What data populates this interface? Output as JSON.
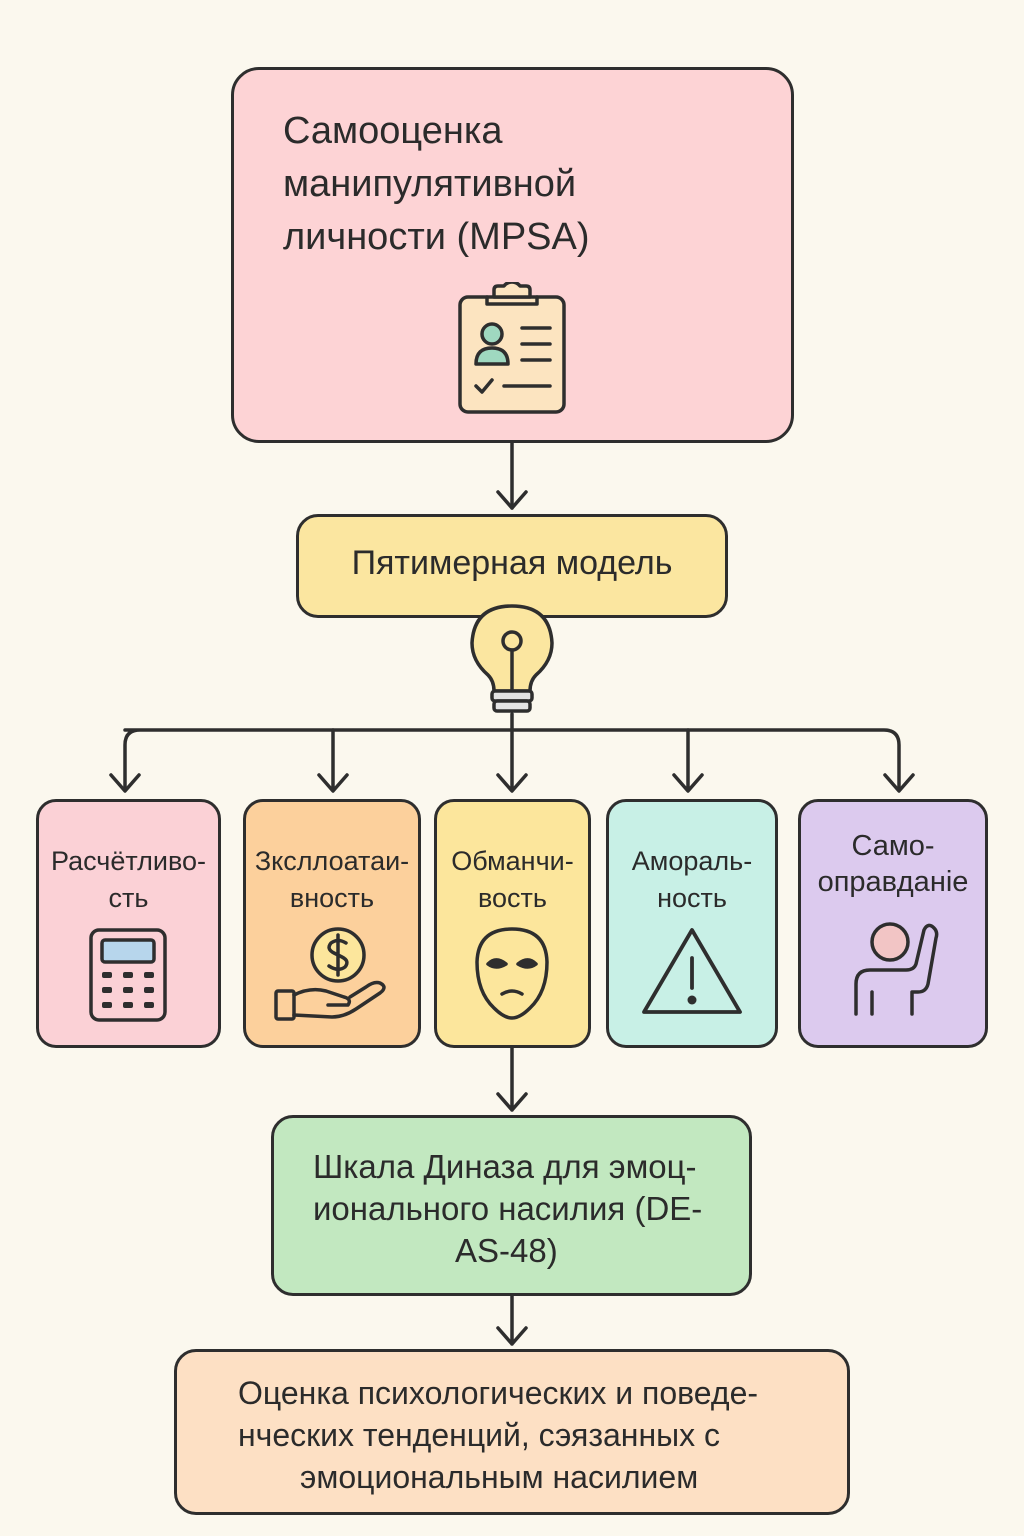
{
  "top_box": {
    "lines": [
      "Самооценка",
      "манипулятивной",
      "личности (MPSA)"
    ],
    "icon": "clipboard-user-icon"
  },
  "model_box": {
    "label": "Пятимерная модель",
    "icon": "lightbulb-icon"
  },
  "dimensions": [
    {
      "lines": [
        "Расчётливо-",
        "сть"
      ],
      "icon": "calculator-icon",
      "color": "#fbd1d6"
    },
    {
      "lines": [
        "Зксллоатаи-",
        "вность"
      ],
      "icon": "coin-hand-icon",
      "color": "#fcd09c"
    },
    {
      "lines": [
        "Обманчи-",
        "вость"
      ],
      "icon": "mask-icon",
      "color": "#fce69c"
    },
    {
      "lines": [
        "Амораль-",
        "ность"
      ],
      "icon": "warning-icon",
      "color": "#c8f0e6"
    },
    {
      "lines": [
        "Само-",
        "оправданiе"
      ],
      "icon": "person-raising-hand-icon",
      "color": "#dccaee"
    }
  ],
  "scale_box": {
    "lines": [
      "Шкала Диназа для эмоц-",
      "ионального насилия (DE-",
      "AS-48)"
    ],
    "color": "#c2e8c0"
  },
  "result_box": {
    "lines": [
      "Оценка психологических и поведе-",
      "нческих тенденций, сэязанных с",
      "эмоциональным насилием"
    ],
    "color": "#fde0c4"
  },
  "colors": {
    "stroke": "#2e2e2e",
    "background": "#fbf8ee"
  }
}
